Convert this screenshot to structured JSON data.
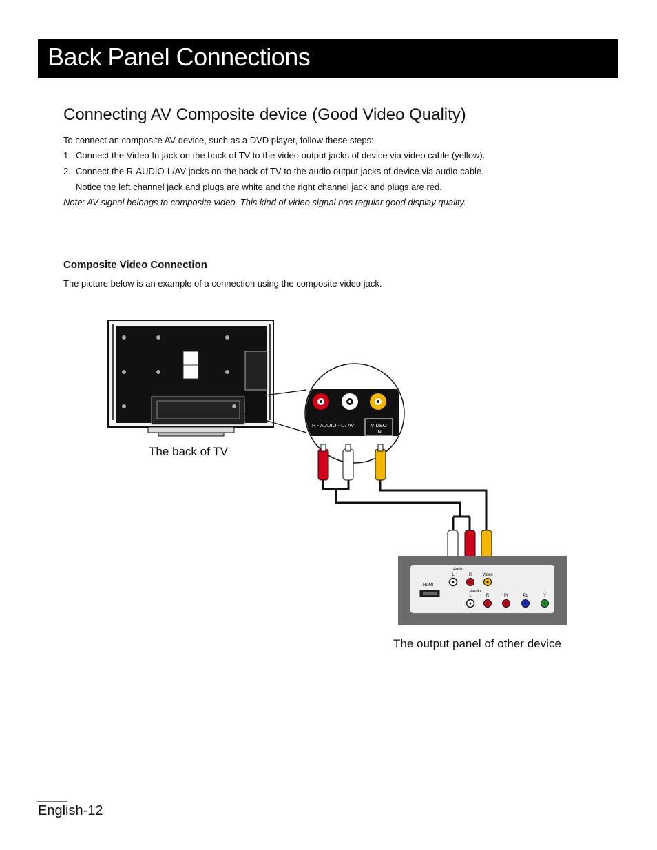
{
  "header": {
    "title": "Back Panel Connections"
  },
  "section": {
    "title": "Connecting AV Composite device (Good Video Quality)",
    "intro": "To  connect an composite AV device, such as a DVD player, follow these steps:",
    "steps": [
      {
        "num": "1.",
        "text": "Connect the Video In jack on the back of TV to the video output jacks of device via video cable (yellow)."
      },
      {
        "num": "2.",
        "text": "Connect the R-AUDIO-L/AV jacks on the back of TV to the audio output jacks of device via audio cable.",
        "cont": "Notice the left channel jack and plugs are white and the right channel jack and plugs are red."
      }
    ],
    "note": "Note: AV signal belongs to composite video. This kind of video signal has regular good display quality."
  },
  "subsection": {
    "title": "Composite Video Connection",
    "description": "The picture below is an example of a connection using the composite video jack."
  },
  "diagram": {
    "tv_caption": "The back of TV",
    "device_caption": "The output panel of other device",
    "zoom_panel": {
      "audio_label": "R - AUDIO - L / AV",
      "video_label_line1": "VIDEO",
      "video_label_line2": "IN"
    },
    "device_panel": {
      "audio_top": "Audio",
      "l": "L",
      "r": "R",
      "video": "Video",
      "hdmi": "HDMI",
      "audio_bottom": "Audio",
      "l2": "L",
      "r2": "R",
      "pr": "Pr",
      "pb": "Pb",
      "y": "Y"
    },
    "colors": {
      "red": "#d0021b",
      "white": "#ffffff",
      "yellow": "#f2b705",
      "blue": "#1133cc",
      "green": "#1a9a2a",
      "panel_gray": "#6b6b6b"
    }
  },
  "footer": {
    "page": "English-12"
  }
}
